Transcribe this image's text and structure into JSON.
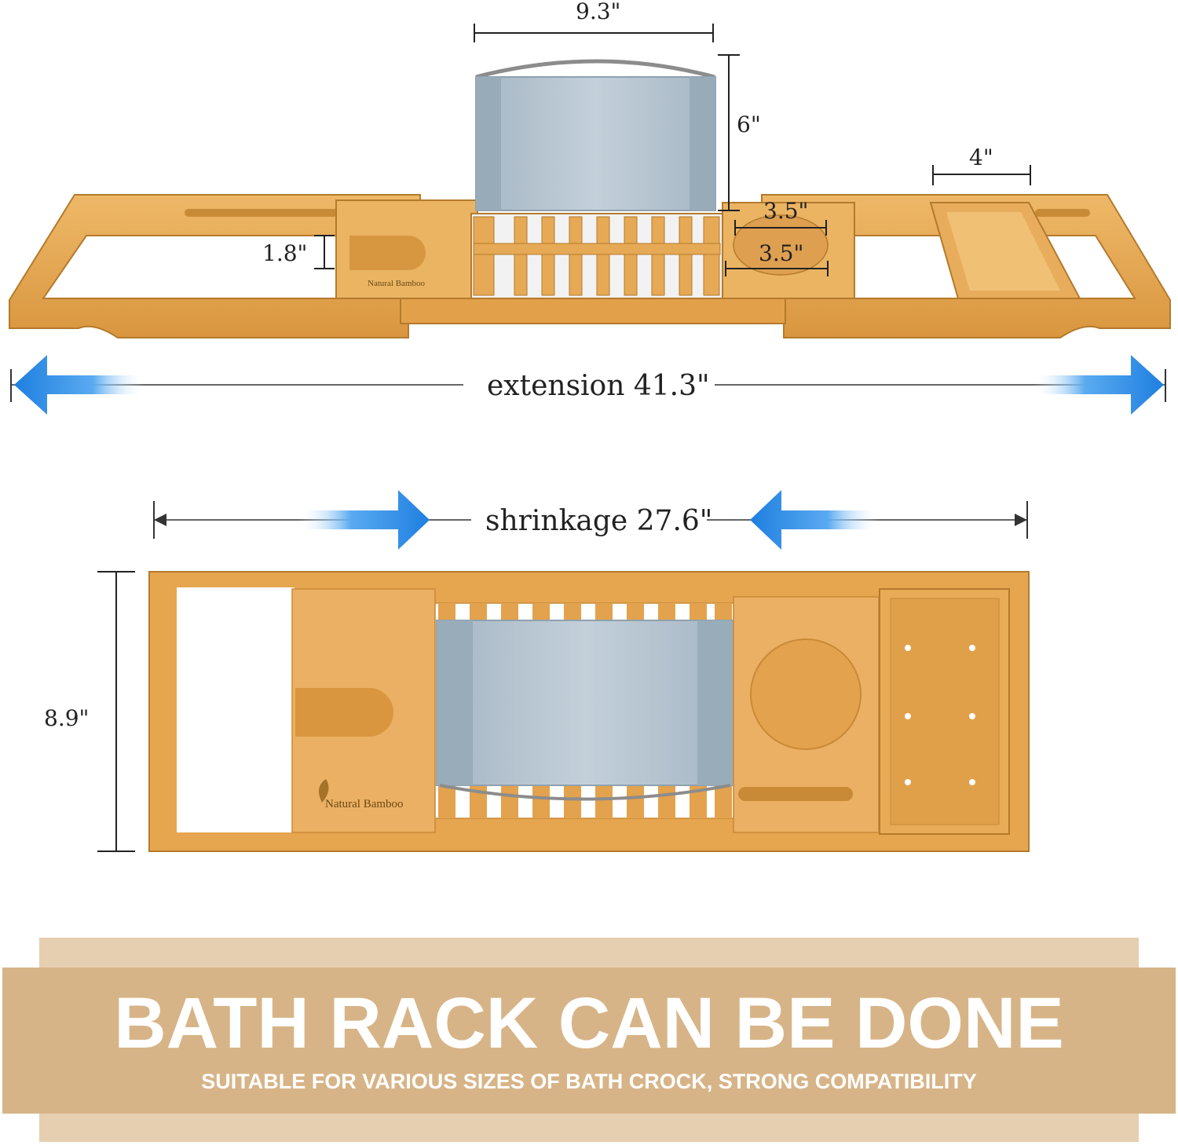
{
  "colors": {
    "bamboo": "#e3a24d",
    "bamboo_light": "#eeb868",
    "bamboo_dark": "#c98a37",
    "fabric": "#a8b8c4",
    "arrow_blue": "#1e7fe0",
    "banner_outer": "#e6cfb0",
    "banner_inner": "#d7b487"
  },
  "dimensions": {
    "width_9_3": "9.3\"",
    "height_6": "6\"",
    "width_4": "4\"",
    "cup_3_5_a": "3.5\"",
    "cup_3_5_b": "3.5\"",
    "height_1_8": "1.8\"",
    "extension": "extension 41.3\"",
    "shrinkage": "shrinkage 27.6\"",
    "depth_8_9": "8.9\""
  },
  "brand": {
    "top": "Natural Bamboo",
    "bottom": "Natural Bamboo"
  },
  "banner": {
    "title": "BATH RACK CAN BE DONE",
    "subtitle": "SUITABLE FOR VARIOUS SIZES OF BATH CROCK, STRONG COMPATIBILITY"
  },
  "icons": [
    "leaf-icon",
    "arrow-left-icon",
    "arrow-right-icon"
  ]
}
